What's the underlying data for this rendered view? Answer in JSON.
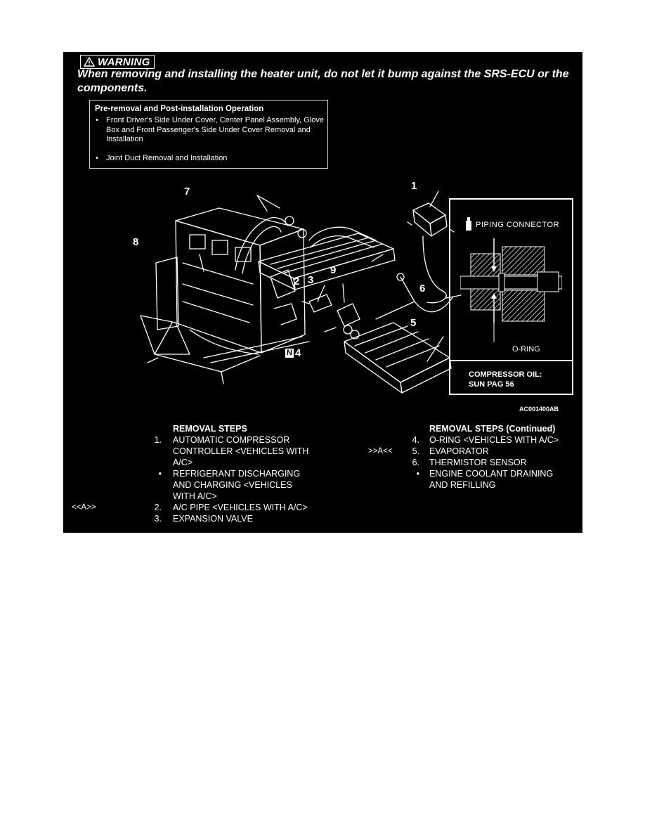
{
  "warning": {
    "label": "WARNING",
    "text": "When removing and installing the heater unit, do not let it bump against the SRS-ECU or the components."
  },
  "pre_removal": {
    "title": "Pre-removal and Post-installation Operation",
    "items": [
      "Front Driver's Side Under Cover, Center Panel Assembly, Glove Box and Front Passenger's Side Under Cover Removal and Installation",
      "Joint Duct Removal and Installation"
    ]
  },
  "diagram": {
    "callouts": [
      "1",
      "2",
      "3",
      "4",
      "5",
      "6",
      "7",
      "8",
      "9"
    ],
    "n_mark": "N",
    "code": "AC001400AB"
  },
  "inset": {
    "title": "PIPING CONNECTOR",
    "oring": "O-RING",
    "oil_line1": "COMPRESSOR OIL:",
    "oil_line2": "SUN PAG 56"
  },
  "steps_left": {
    "header": "REMOVAL STEPS",
    "s1_num": "1.",
    "s1_l1": "AUTOMATIC COMPRESSOR",
    "s1_l2": "CONTROLLER <VEHICLES WITH",
    "s1_l3": "A/C>",
    "b1_l1": "REFRIGERANT DISCHARGING",
    "b1_l2": "AND CHARGING <VEHICLES",
    "b1_l3": "WITH A/C>",
    "s2_ref": "<<A>>",
    "s2_num": "2.",
    "s2": "A/C PIPE <VEHICLES WITH A/C>",
    "s3_num": "3.",
    "s3": "EXPANSION VALVE"
  },
  "steps_right": {
    "header": "REMOVAL STEPS (Continued)",
    "s4_num": "4.",
    "s4": "O-RING <VEHICLES WITH A/C>",
    "s5_ref": ">>A<<",
    "s5_num": "5.",
    "s5": "EVAPORATOR",
    "s6_num": "6.",
    "s6": "THERMISTOR SENSOR",
    "b2_l1": "ENGINE COOLANT DRAINING",
    "b2_l2": "AND REFILLING"
  }
}
